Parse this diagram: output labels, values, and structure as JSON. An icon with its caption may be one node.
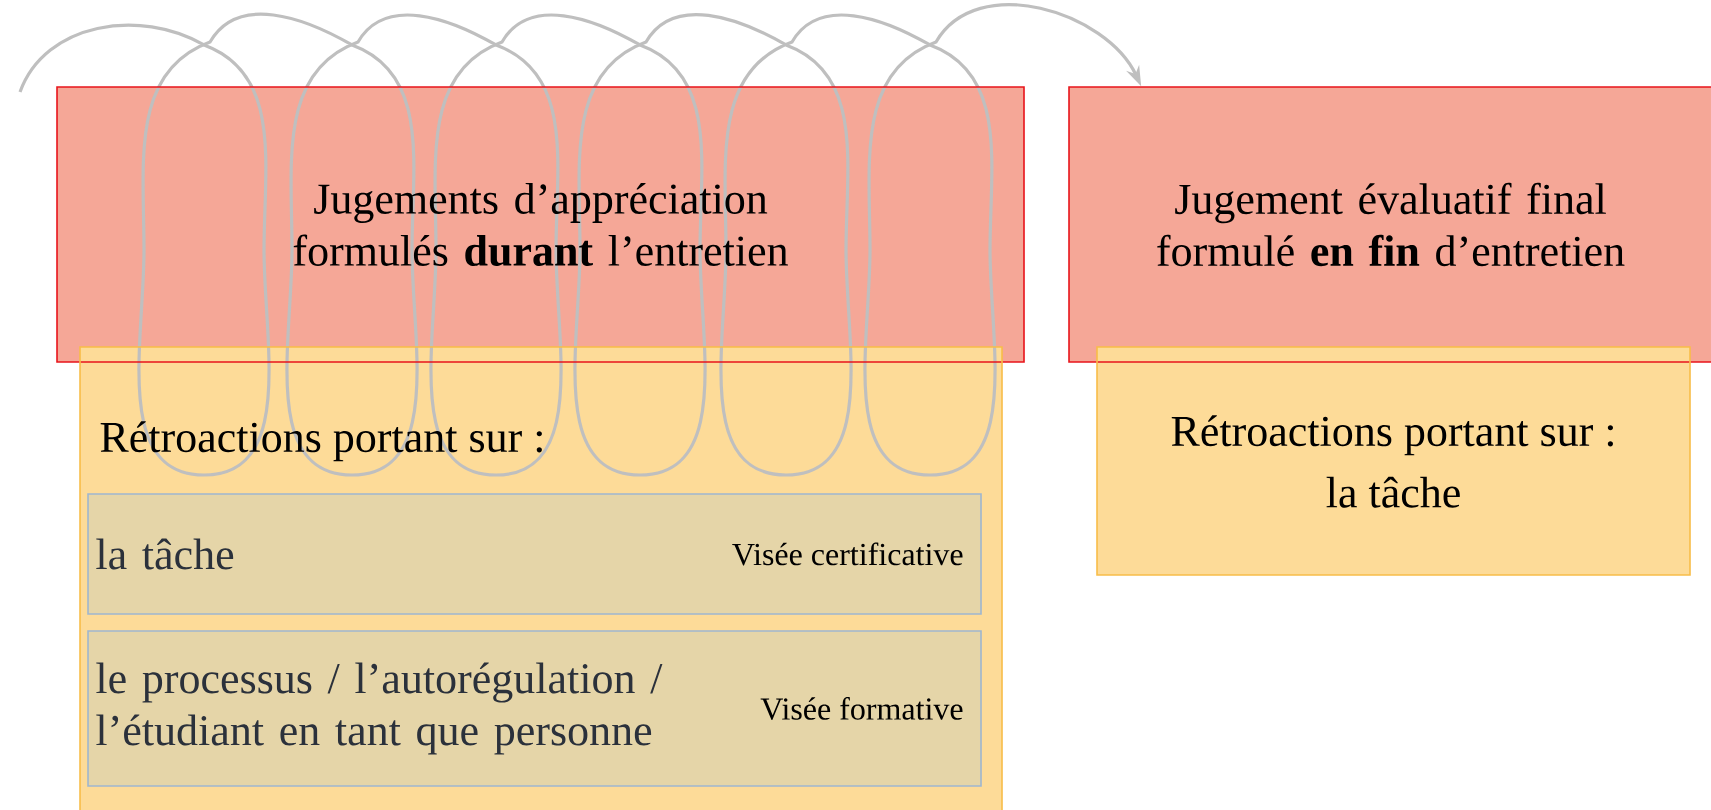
{
  "diagram": {
    "nodes": [
      {
        "text": [
          "Jugements d’appréciation formulés **durant** l’entretien"
        ]
      },
      {
        "text": [
          "Rétroactions portant sur :"
        ]
      },
      {
        "text": [
          "la tâche",
          "Visée certificative"
        ],
        "in": 1
      },
      {
        "text": [
          "le processus / l’autorégulation / l’étudiant en tant que personne",
          "Visée formative"
        ],
        "in": 1
      },
      {
        "text": [
          "Jugement évaluatif final formulé **en fin** d’entretien"
        ]
      },
      {
        "text": [
          "Rétroactions portant sur :",
          "la tâche"
        ]
      }
    ],
    "edges": [
      {
        "from": null,
        "to": 4,
        "arrow": "to",
        "color": "#bfbfbf"
      }
    ]
  }
}
